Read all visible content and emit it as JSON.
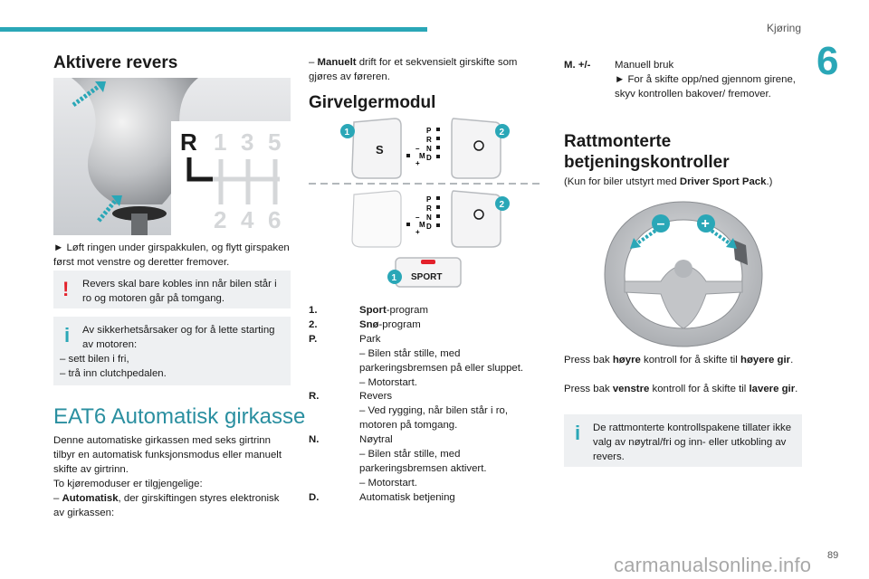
{
  "header": {
    "chapter_name": "Kjøring",
    "chapter_number": "6"
  },
  "col1": {
    "title": "Aktivere revers",
    "figure_labels": {
      "r": "R",
      "n1": "1",
      "n3": "3",
      "n5": "5",
      "n2": "2",
      "n4": "4",
      "n6": "6"
    },
    "instruction": "► Løft ringen under girspakkulen, og flytt girspaken først mot venstre og deretter fremover.",
    "warning_symbol": "!",
    "warning_text": "Revers skal bare kobles inn når bilen står i ro og motoren går på tomgang.",
    "info_symbol": "i",
    "info_text": "Av sikkerhetsårsaker og for å lette starting av motoren:",
    "info_items": [
      "– sett bilen i fri,",
      "– trå inn clutchpedalen."
    ],
    "section_title": "EAT6 Automatisk girkasse",
    "para1": "Denne automatiske girkassen med seks girtrinn tilbyr en automatisk funksjonsmodus eller manuelt skifte av girtrinn.",
    "para2": "To kjøremoduser er tilgjengelige:",
    "mode1_dash": "– ",
    "mode1_bold": "Automatisk",
    "mode1_rest": ", der girskiftingen styres elektronisk av girkassen:"
  },
  "col2": {
    "manual_dash": "– ",
    "manual_bold": "Manuelt",
    "manual_rest": " drift for et sekvensielt girskifte som gjøres av føreren.",
    "title": "Girvelgermodul",
    "figure_labels": {
      "s": "S",
      "p": "P",
      "r": "R",
      "n": "N",
      "d": "D",
      "m": "M",
      "minus": "–",
      "plus": "+",
      "callout1": "1",
      "callout2": "2",
      "sport": "SPORT"
    },
    "defs": [
      {
        "key": "1.",
        "bold": "Sport",
        "rest": "-program",
        "lines": []
      },
      {
        "key": "2.",
        "bold": "Snø",
        "rest": "-program",
        "lines": []
      },
      {
        "key": "P.",
        "bold": "",
        "rest": "Park",
        "lines": [
          "– Bilen står stille, med parkeringsbremsen på eller sluppet.",
          "– Motorstart."
        ]
      },
      {
        "key": "R.",
        "bold": "",
        "rest": "Revers",
        "lines": [
          "– Ved rygging, når bilen står i ro, motoren på tomgang."
        ]
      },
      {
        "key": "N.",
        "bold": "",
        "rest": "Nøytral",
        "lines": [
          "– Bilen står stille, med parkeringsbremsen aktivert.",
          "– Motorstart."
        ]
      },
      {
        "key": "D.",
        "bold": "",
        "rest": "Automatisk betjening",
        "lines": []
      }
    ]
  },
  "col3": {
    "m_key": "M. +/-",
    "m_title": "Manuell bruk",
    "m_text": "► For å skifte opp/ned gjennom girene, skyv kontrollen bakover/ fremover.",
    "title": "Rattmonterte betjeningskontroller",
    "subtitle_pre": "(Kun for biler utstyrt med ",
    "subtitle_bold": "Driver Sport Pack",
    "subtitle_post": ".)",
    "figure_labels": {
      "minus": "–",
      "plus": "+"
    },
    "p1_a": "Press bak ",
    "p1_b": "høyre",
    "p1_c": " kontroll for å skifte til ",
    "p1_d": "høyere gir",
    "p1_e": ".",
    "p2_a": "Press bak ",
    "p2_b": "venstre",
    "p2_c": " kontroll for å skifte til ",
    "p2_d": "lavere gir",
    "p2_e": ".",
    "info_symbol": "i",
    "info_text": "De rattmonterte kontrollspakene tillater ikke valg av nøytral/fri og inn- eller utkobling av revers."
  },
  "footer": {
    "page_number": "89",
    "watermark": "carmanualsonline.info"
  },
  "colors": {
    "accent": "#2aa7b7",
    "warning": "#e3212b",
    "info": "#2aa7b7",
    "box_bg": "#eef0f2",
    "sport_red": "#e3212b"
  }
}
